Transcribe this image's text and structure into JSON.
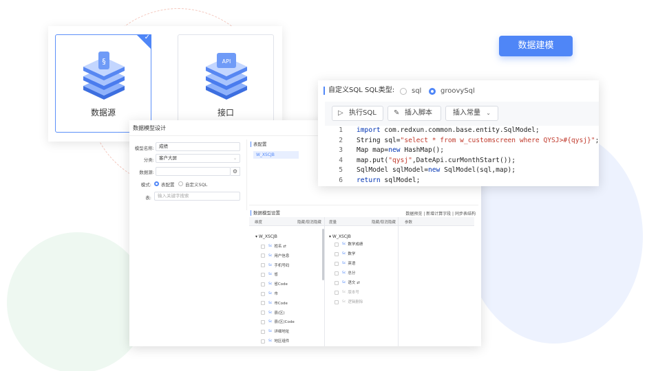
{
  "source_picker": {
    "options": [
      {
        "label": "数据源",
        "selected": true
      },
      {
        "label": "接口",
        "selected": false
      }
    ],
    "api_icon_text": "API"
  },
  "model_button": {
    "label": "数据建模",
    "color": "#4f86f7"
  },
  "dialog": {
    "title": "数据模型设计",
    "form": {
      "model_name": {
        "label": "模型名称:",
        "value": "成绩"
      },
      "category": {
        "label": "分类:",
        "value": "客户大屏"
      },
      "datasource": {
        "label": "数据源:",
        "value": ""
      },
      "mode": {
        "label": "模式:",
        "options": [
          "表配置",
          "自定义SQL"
        ],
        "selected": "表配置"
      },
      "table": {
        "label": "表:",
        "placeholder": "输入关键字搜索"
      }
    },
    "table_config": {
      "title": "表配置",
      "selected_table": "W_XSCJB"
    },
    "model_settings": {
      "title": "数据模型设置",
      "actions": "数据预览 | 新增计算字段 | 同步表结构",
      "headers": {
        "dimension": "维度",
        "dimension_hide": "隐藏/取消隐藏",
        "measure": "度量",
        "measure_hide": "隐藏/取消隐藏",
        "params": "参数"
      },
      "dimension_tree": {
        "root": "W_XSCJB",
        "items": [
          "姓名 ⇄",
          "用户信息",
          "手机号码",
          "省",
          "省Code",
          "市",
          "市Code",
          "县(区)",
          "县(区)Code",
          "详细地址",
          "地区组件"
        ]
      },
      "measure_tree": {
        "root": "W_XSCJB",
        "items": [
          {
            "label": "数学成绩",
            "dim": false
          },
          {
            "label": "数学",
            "dim": false
          },
          {
            "label": "英语",
            "dim": false
          },
          {
            "label": "总分",
            "dim": false
          },
          {
            "label": "语文  ⇄",
            "dim": false
          },
          {
            "label": "版本号",
            "dim": true
          },
          {
            "label": "逻辑删除",
            "dim": true
          }
        ]
      }
    }
  },
  "code_panel": {
    "header": "自定义SQL  SQL类型:",
    "sql_types": [
      {
        "label": "sql",
        "selected": false
      },
      {
        "label": "groovySql",
        "selected": true
      }
    ],
    "toolbar": {
      "execute": "执行SQL",
      "insert_script": "插入脚本",
      "insert_constant": "插入常量"
    },
    "lines": [
      {
        "n": "1",
        "kw": "import",
        "rest": " com.redxun.common.base.entity.SqlModel;",
        "str": "",
        "tail": ""
      },
      {
        "n": "2",
        "kw": "",
        "rest": "String sql=",
        "str": "\"select * from w_customscreen where QYSJ>#{qysj}\"",
        "tail": ";"
      },
      {
        "n": "3",
        "kw": "",
        "rest": "Map map=",
        "str": "",
        "tail": "new HashMap();"
      },
      {
        "n": "4",
        "kw": "",
        "rest": "map.put(",
        "str": "\"qysj\"",
        "tail": ",DateApi.curMonthStart());"
      },
      {
        "n": "5",
        "kw": "",
        "rest": "SqlModel sqlModel=",
        "str": "",
        "tail": "new SqlModel(sql,map);"
      },
      {
        "n": "6",
        "kw": "return",
        "rest": " sqlModel;",
        "str": "",
        "tail": ""
      }
    ]
  }
}
